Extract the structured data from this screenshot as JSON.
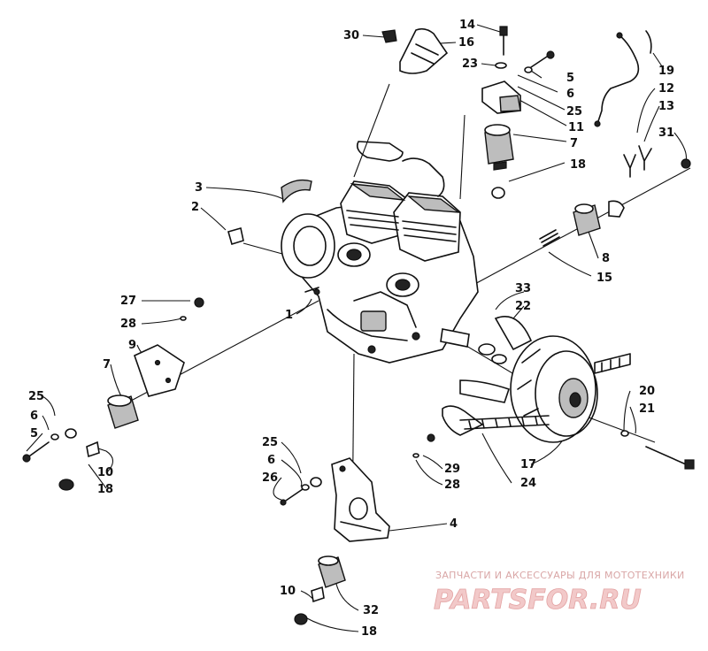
{
  "callouts": [
    {
      "id": "c30",
      "text": "30"
    },
    {
      "id": "c16",
      "text": "16"
    },
    {
      "id": "c14",
      "text": "14"
    },
    {
      "id": "c23",
      "text": "23"
    },
    {
      "id": "c5a",
      "text": "5"
    },
    {
      "id": "c6a",
      "text": "6"
    },
    {
      "id": "c25a",
      "text": "25"
    },
    {
      "id": "c11",
      "text": "11"
    },
    {
      "id": "c7a",
      "text": "7"
    },
    {
      "id": "c18a",
      "text": "18"
    },
    {
      "id": "c19",
      "text": "19"
    },
    {
      "id": "c12",
      "text": "12"
    },
    {
      "id": "c13",
      "text": "13"
    },
    {
      "id": "c31",
      "text": "31"
    },
    {
      "id": "c3",
      "text": "3"
    },
    {
      "id": "c2",
      "text": "2"
    },
    {
      "id": "c8",
      "text": "8"
    },
    {
      "id": "c15",
      "text": "15"
    },
    {
      "id": "c1",
      "text": "1"
    },
    {
      "id": "c27",
      "text": "27"
    },
    {
      "id": "c28a",
      "text": "28"
    },
    {
      "id": "c9",
      "text": "9"
    },
    {
      "id": "c7b",
      "text": "7"
    },
    {
      "id": "c25b",
      "text": "25"
    },
    {
      "id": "c6b",
      "text": "6"
    },
    {
      "id": "c5b",
      "text": "5"
    },
    {
      "id": "c10a",
      "text": "10"
    },
    {
      "id": "c18b",
      "text": "18"
    },
    {
      "id": "c33",
      "text": "33"
    },
    {
      "id": "c22",
      "text": "22"
    },
    {
      "id": "c20",
      "text": "20"
    },
    {
      "id": "c21",
      "text": "21"
    },
    {
      "id": "c17",
      "text": "17"
    },
    {
      "id": "c24",
      "text": "24"
    },
    {
      "id": "c25c",
      "text": "25"
    },
    {
      "id": "c6c",
      "text": "6"
    },
    {
      "id": "c26",
      "text": "26"
    },
    {
      "id": "c29",
      "text": "29"
    },
    {
      "id": "c28b",
      "text": "28"
    },
    {
      "id": "c4",
      "text": "4"
    },
    {
      "id": "c10b",
      "text": "10"
    },
    {
      "id": "c32",
      "text": "32"
    },
    {
      "id": "c18c",
      "text": "18"
    }
  ],
  "watermark": {
    "tagline": "ЗАПЧАСТИ И АКСЕССУАРЫ ДЛЯ МОТОТЕХНИКИ",
    "brand": "PARTSFOR.RU"
  }
}
